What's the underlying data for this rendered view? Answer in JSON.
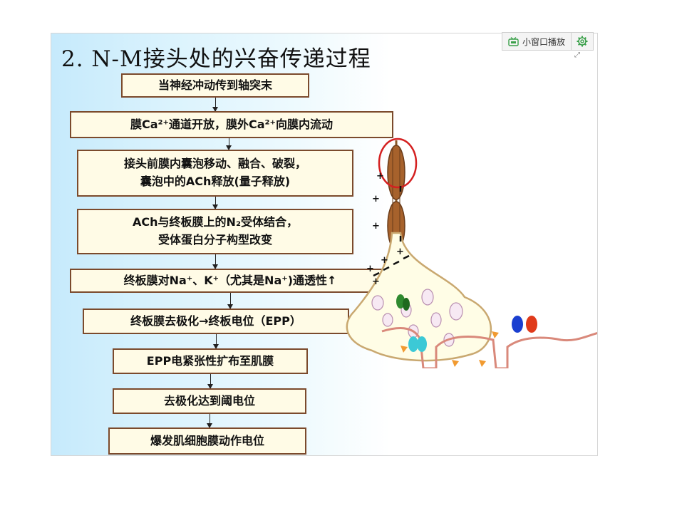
{
  "slide": {
    "title": "2. N-M接头处的兴奋传递过程",
    "steps": [
      {
        "lines": [
          "当神经冲动传到轴突末"
        ]
      },
      {
        "lines": [
          "膜Ca²⁺通道开放，膜外Ca²⁺向膜内流动"
        ]
      },
      {
        "lines": [
          "接头前膜内囊泡移动、融合、破裂，",
          "囊泡中的ACh释放(量子释放)"
        ]
      },
      {
        "lines": [
          "ACh与终板膜上的N₂受体结合，",
          "受体蛋白分子构型改变"
        ]
      },
      {
        "lines": [
          "终板膜对Na⁺、K⁺（尤其是Na⁺)通透性↑"
        ]
      },
      {
        "lines": [
          "终板膜去极化→终板电位（EPP）"
        ]
      },
      {
        "lines": [
          "EPP电紧张性扩布至肌膜"
        ]
      },
      {
        "lines": [
          "去极化达到阈电位"
        ]
      },
      {
        "lines": [
          "爆发肌细胞膜动作电位"
        ]
      }
    ]
  },
  "toolbar": {
    "mini_window_label": "小窗口播放",
    "tv_icon": "tv-icon",
    "settings_icon": "gear-icon",
    "expand_icon": "expand-icon"
  },
  "diagram": {
    "plus_sign": "+",
    "minus_sign": "-",
    "axon_color": "#9a5a2a",
    "muscle_color": "#d9897b",
    "highlight_color": "#d42020"
  }
}
